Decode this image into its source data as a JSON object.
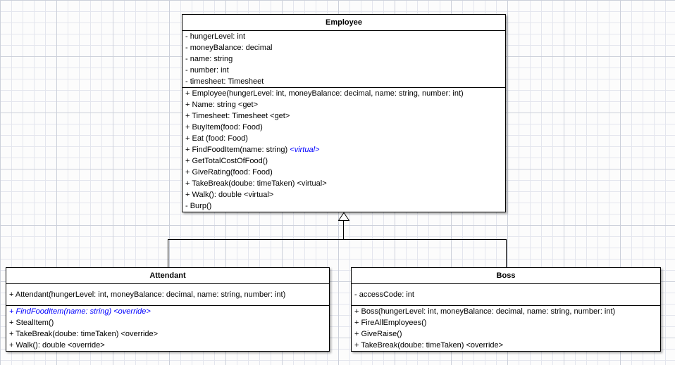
{
  "diagram": {
    "colors": {
      "member_text": "#000000",
      "virtual_member": "#0000ff",
      "box_fill": "#ffffff",
      "box_border": "#000000"
    },
    "classes": [
      {
        "name": "Employee",
        "sections": [
          {
            "rows": [
              {
                "text": "- hungerLevel: int"
              },
              {
                "text": "- moneyBalance: decimal"
              },
              {
                "text": "- name: string"
              },
              {
                "text": "- number: int"
              },
              {
                "text": "- timesheet: Timesheet"
              }
            ]
          },
          {
            "rows": [
              {
                "text": "+ Employee(hungerLevel: int, moneyBalance: decimal, name: string, number: int)"
              },
              {
                "text": "+ Name: string <get>"
              },
              {
                "text": "+ Timesheet: Timesheet <get>"
              },
              {
                "text": "+ BuyItem(food: Food)"
              },
              {
                "text": "+ Eat (food: Food)"
              },
              {
                "parts": [
                  {
                    "text": "+ FindFoodItem(name: string) "
                  },
                  {
                    "text": "<virtual>",
                    "style": "virtual"
                  }
                ]
              },
              {
                "text": "+ GetTotalCostOfFood()"
              },
              {
                "text": "+ GiveRating(food: Food)"
              },
              {
                "text": "+ TakeBreak(doube: timeTaken) <virtual>"
              },
              {
                "text": "+ Walk(): double <virtual>"
              },
              {
                "text": "- Burp()"
              }
            ]
          }
        ]
      },
      {
        "name": "Attendant",
        "sections": [
          {
            "rows": [
              {
                "text": "+ Attendant(hungerLevel: int, moneyBalance: decimal, name: string, number: int)"
              }
            ]
          },
          {
            "rows": [
              {
                "text": "+ FindFoodItem(name: string) <override>",
                "style": "virtual"
              },
              {
                "text": "+ StealItem()"
              },
              {
                "text": "+ TakeBreak(doube: timeTaken) <override>"
              },
              {
                "text": "+ Walk(): double <override>"
              }
            ]
          }
        ]
      },
      {
        "name": "Boss",
        "sections": [
          {
            "rows": [
              {
                "text": "- accessCode: int"
              }
            ]
          },
          {
            "rows": [
              {
                "text": "+ Boss(hungerLevel: int, moneyBalance: decimal, name: string, number: int)"
              },
              {
                "text": "+ FireAllEmployees()"
              },
              {
                "text": "+ GiveRaise()"
              },
              {
                "text": "+ TakeBreak(doube: timeTaken) <override>"
              }
            ]
          }
        ]
      }
    ],
    "relationships": [
      {
        "type": "inheritance",
        "parent": "Employee",
        "children": [
          "Attendant",
          "Boss"
        ]
      }
    ]
  }
}
